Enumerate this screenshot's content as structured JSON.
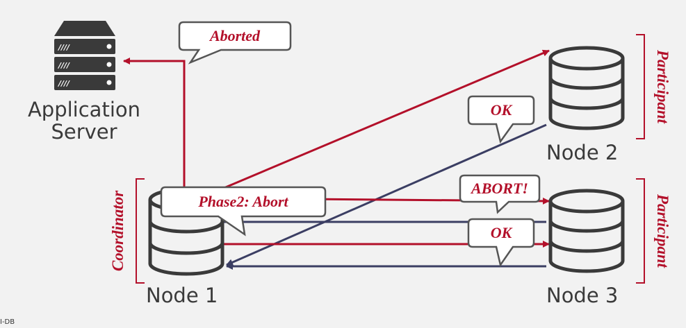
{
  "colors": {
    "background": "#f2f2f2",
    "red": "#b3102a",
    "navy": "#3b3e63",
    "dark": "#3a3a3a"
  },
  "nodes": {
    "app_server": {
      "line1": "Application",
      "line2": "Server",
      "icon": "server-rack-icon"
    },
    "node1": {
      "label": "Node 1",
      "role": "Coordinator",
      "icon": "database-icon"
    },
    "node2": {
      "label": "Node 2",
      "role": "Participant",
      "icon": "database-icon"
    },
    "node3": {
      "label": "Node 3",
      "role": "Participant",
      "icon": "database-icon"
    }
  },
  "bubbles": {
    "aborted": "Aborted",
    "phase2": "Phase2: Abort",
    "ok_node2": "OK",
    "abort_node3": "ABORT!",
    "ok_node3": "OK"
  },
  "footer": {
    "text": "I-DB"
  }
}
